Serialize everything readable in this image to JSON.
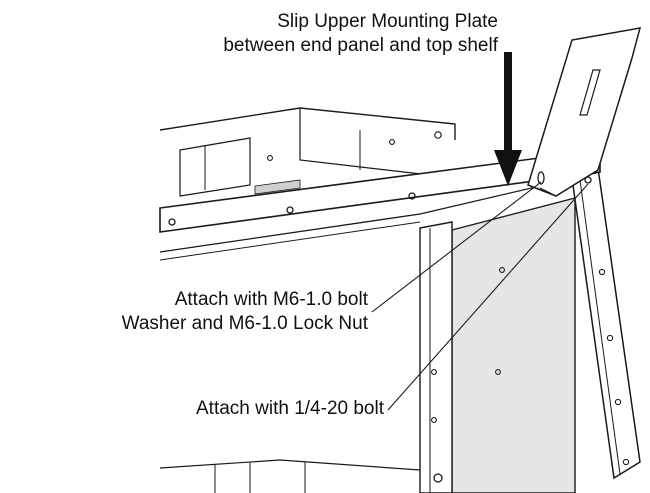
{
  "callouts": {
    "mounting_plate": {
      "line1": "Slip Upper Mounting Plate",
      "line2": "between end panel and top shelf"
    },
    "bolt_nut": {
      "line1": "Attach with M6-1.0 bolt",
      "line2": "Washer and  M6-1.0 Lock Nut"
    },
    "bolt_quarter": {
      "line1": "Attach with 1/4-20 bolt"
    }
  },
  "colors": {
    "line": "#1a1a1a",
    "panel_fill": "#e6e6e6",
    "background": "#ffffff"
  },
  "icons": [
    "down-arrow-icon",
    "bolt-hole-icon"
  ]
}
